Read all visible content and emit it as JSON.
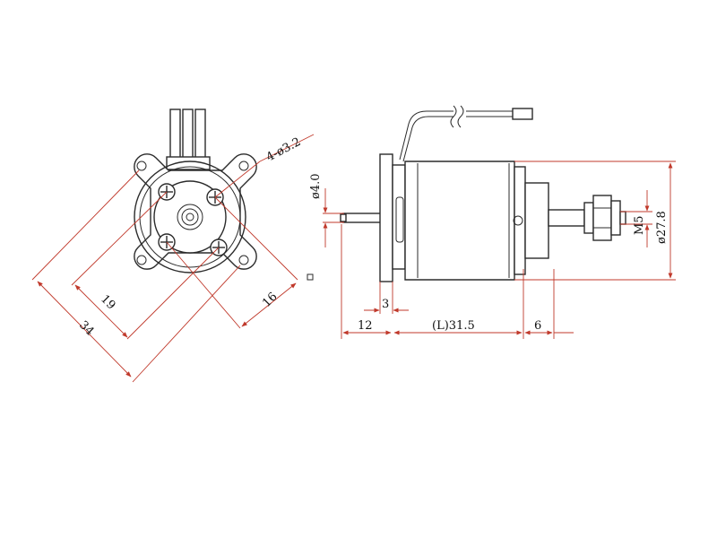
{
  "colors": {
    "ink": "#2b2b2b",
    "dimension": "#c0392b",
    "background": "#ffffff"
  },
  "labels": {
    "hole_spec": "4-ø3.2",
    "shaft_diameter": "ø4.0",
    "mount_diagonal_outer": "34",
    "mount_diagonal_inner": "19",
    "mount_hole_spacing": "16",
    "flange_thickness": "3",
    "shaft_length": "12",
    "body_length": "(L)31.5",
    "rear_length": "6",
    "thread_size": "M5",
    "body_diameter": "ø27.8"
  }
}
